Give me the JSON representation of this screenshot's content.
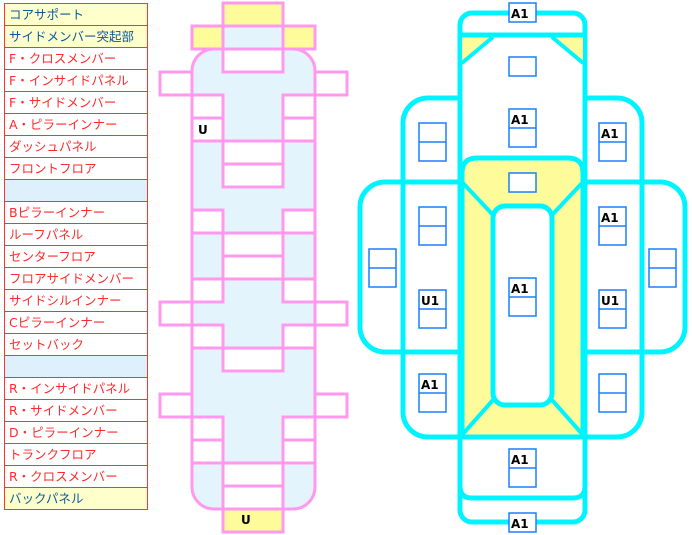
{
  "parts_table": [
    {
      "label": "コアサポート",
      "style": "highlight"
    },
    {
      "label": "サイドメンバー突起部",
      "style": "highlight"
    },
    {
      "label": "F・クロスメンバー",
      "style": "normal"
    },
    {
      "label": "F・インサイドパネル",
      "style": "normal"
    },
    {
      "label": "F・サイドメンバー",
      "style": "normal"
    },
    {
      "label": "A・ピラーインナー",
      "style": "normal"
    },
    {
      "label": "ダッシュパネル",
      "style": "normal"
    },
    {
      "label": "フロントフロア",
      "style": "normal"
    },
    {
      "label": "",
      "style": "blank"
    },
    {
      "label": "Bピラーインナー",
      "style": "normal"
    },
    {
      "label": "ルーフパネル",
      "style": "normal"
    },
    {
      "label": "センターフロア",
      "style": "normal"
    },
    {
      "label": "フロアサイドメンバー",
      "style": "normal"
    },
    {
      "label": "サイドシルインナー",
      "style": "normal"
    },
    {
      "label": "Cピラーインナー",
      "style": "normal"
    },
    {
      "label": "セットバック",
      "style": "normal"
    },
    {
      "label": "",
      "style": "blank"
    },
    {
      "label": "R・インサイドパネル",
      "style": "normal"
    },
    {
      "label": "R・サイドメンバー",
      "style": "normal"
    },
    {
      "label": "D・ピラーインナー",
      "style": "normal"
    },
    {
      "label": "トランクフロア",
      "style": "normal"
    },
    {
      "label": "R・クロスメンバー",
      "style": "normal"
    },
    {
      "label": "バックパネル",
      "style": "highlight"
    }
  ],
  "frame_diagram": {
    "marks": [
      {
        "part": "A・ピラーインナー",
        "side": "left",
        "text": "U"
      },
      {
        "part": "バックパネル",
        "side": "center",
        "text": "U"
      }
    ]
  },
  "body_diagram": {
    "labels": [
      "A1",
      "",
      "A1",
      "",
      "A1",
      "",
      "",
      "A1",
      "",
      "",
      "A1",
      "U1",
      "U1",
      "A1",
      "",
      "A1",
      "A1"
    ]
  },
  "colors": {
    "table_border": "#ff3333",
    "table_text": "#ff2a2a",
    "highlight_bg": "#ffffcc",
    "highlight_text": "#0a5aa0",
    "blank_bg": "#def0fc",
    "frame_stroke": "#ff99ee",
    "frame_fill": "#e4f4fd",
    "yellow": "#fdfb9a",
    "body_stroke": "#00f4ff",
    "label_box": "#1a7fff"
  }
}
